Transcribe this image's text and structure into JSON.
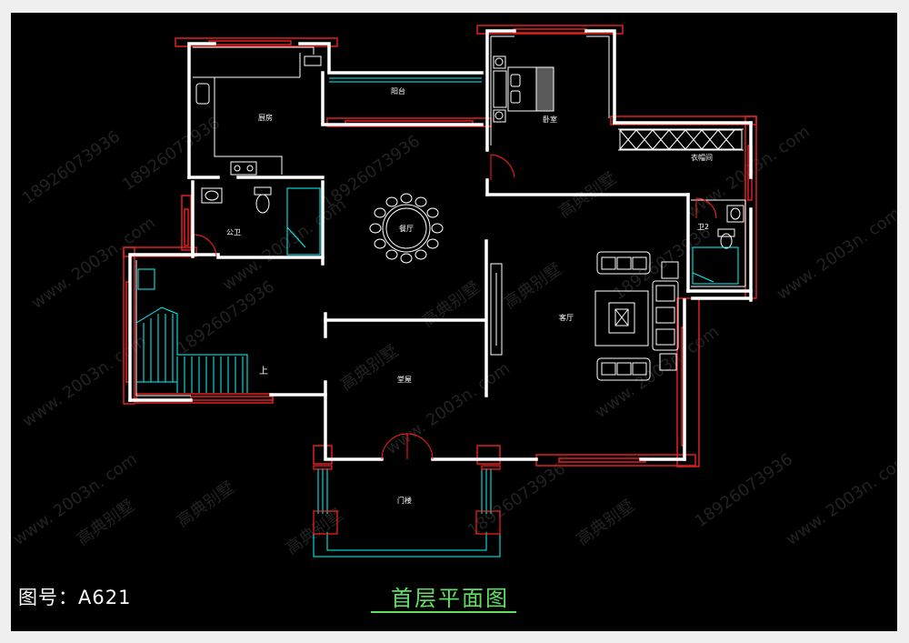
{
  "drawing": {
    "number_label": "图号：A621",
    "title": "首层平面图",
    "colors": {
      "wall": "#ffffff",
      "window": "#e02020",
      "fixture": "#00ffff",
      "door": "#ff2020",
      "background": "#000000",
      "title": "#5ee05e"
    }
  },
  "rooms": {
    "kitchen": "厨房",
    "balcony": "阳台",
    "bedroom": "卧室",
    "cloakroom": "衣帽间",
    "dining": "餐厅",
    "bathroom_1": "公卫",
    "bathroom_2": "卫2",
    "living": "客厅",
    "hall": "堂屋",
    "porch": "门楼",
    "stairs_up": "上"
  },
  "watermarks": {
    "phone": "18926073936",
    "site": "www. 2003n. com",
    "brand": "高典别墅"
  }
}
